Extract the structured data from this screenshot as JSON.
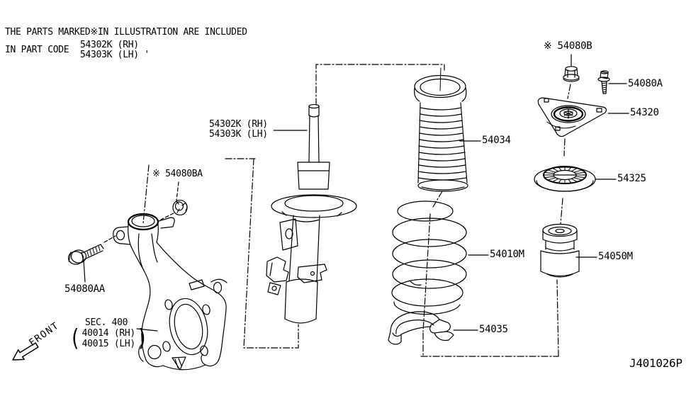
{
  "note": {
    "line1": "THE PARTS MARKED※IN ILLUSTRATION ARE INCLUDED",
    "line2": "IN PART CODE",
    "code_rh": "54302K (RH)",
    "code_lh": "54303K (LH) '"
  },
  "callouts": {
    "strut_rh": "54302K (RH)",
    "strut_lh": "54303K (LH)",
    "nut_mount": "※ 54080B",
    "bolt_mount": "54080A",
    "mount_plate": "54320",
    "dust_boot": "54034",
    "bearing_seat": "54325",
    "coil_spring": "54010M",
    "bound_bumper": "54050M",
    "seat_rubber": "54035",
    "nut_knuckle": "※ 54080BA",
    "bolt_knuckle": "54080AA"
  },
  "sec": {
    "title": "SEC. 400",
    "rh": "40014 (RH)",
    "lh": "40015 (LH)",
    "paren_open": "(",
    "paren_close": ")"
  },
  "front_label": "FRONT",
  "diagram_code": "J401026P",
  "colors": {
    "line": "#000000",
    "background": "#ffffff"
  }
}
